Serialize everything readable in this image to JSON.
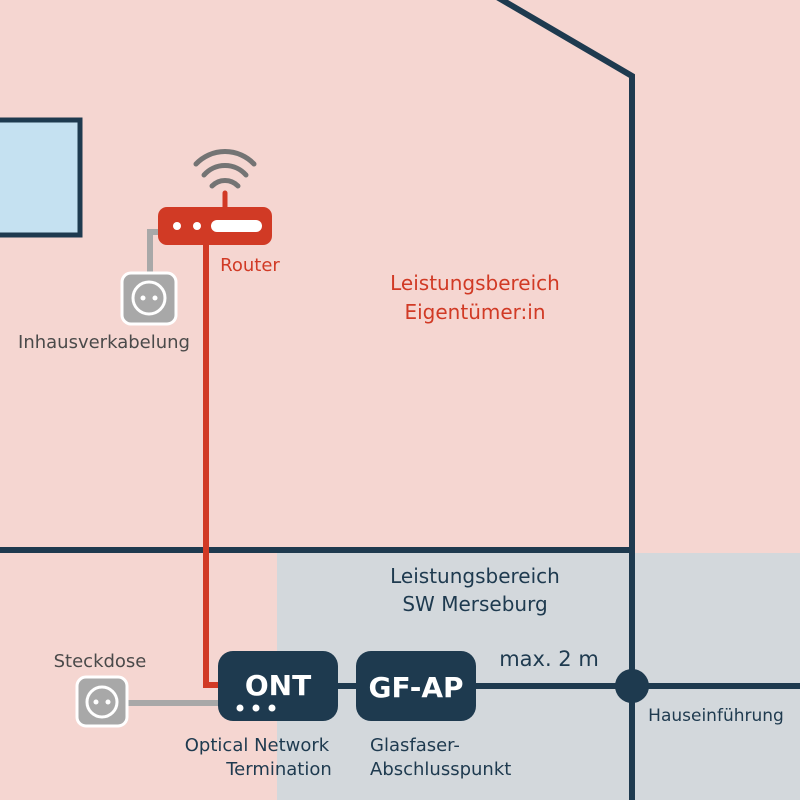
{
  "colors": {
    "owner_area": "#f5d6d1",
    "provider_area": "#d3d8dc",
    "navy": "#1e3a4f",
    "red": "#d13a25",
    "grey": "#a8a8a8",
    "window": "#c5e1f1"
  },
  "labels": {
    "router": "Router",
    "inhouse_cabling": "Inhausverkabelung",
    "owner_area_line1": "Leistungsbereich",
    "owner_area_line2": "Eigentümer:in",
    "provider_area_line1": "Leistungsbereich",
    "provider_area_line2": "SW Merseburg",
    "socket": "Steckdose",
    "ont_box": "ONT",
    "ont_line1": "Optical Network",
    "ont_line2": "Termination",
    "gfap_box": "GF-AP",
    "gfap_line1": "Glasfaser-",
    "gfap_line2": "Abschlusspunkt",
    "distance": "max. 2 m",
    "house_entry": "Hauseinführung"
  }
}
